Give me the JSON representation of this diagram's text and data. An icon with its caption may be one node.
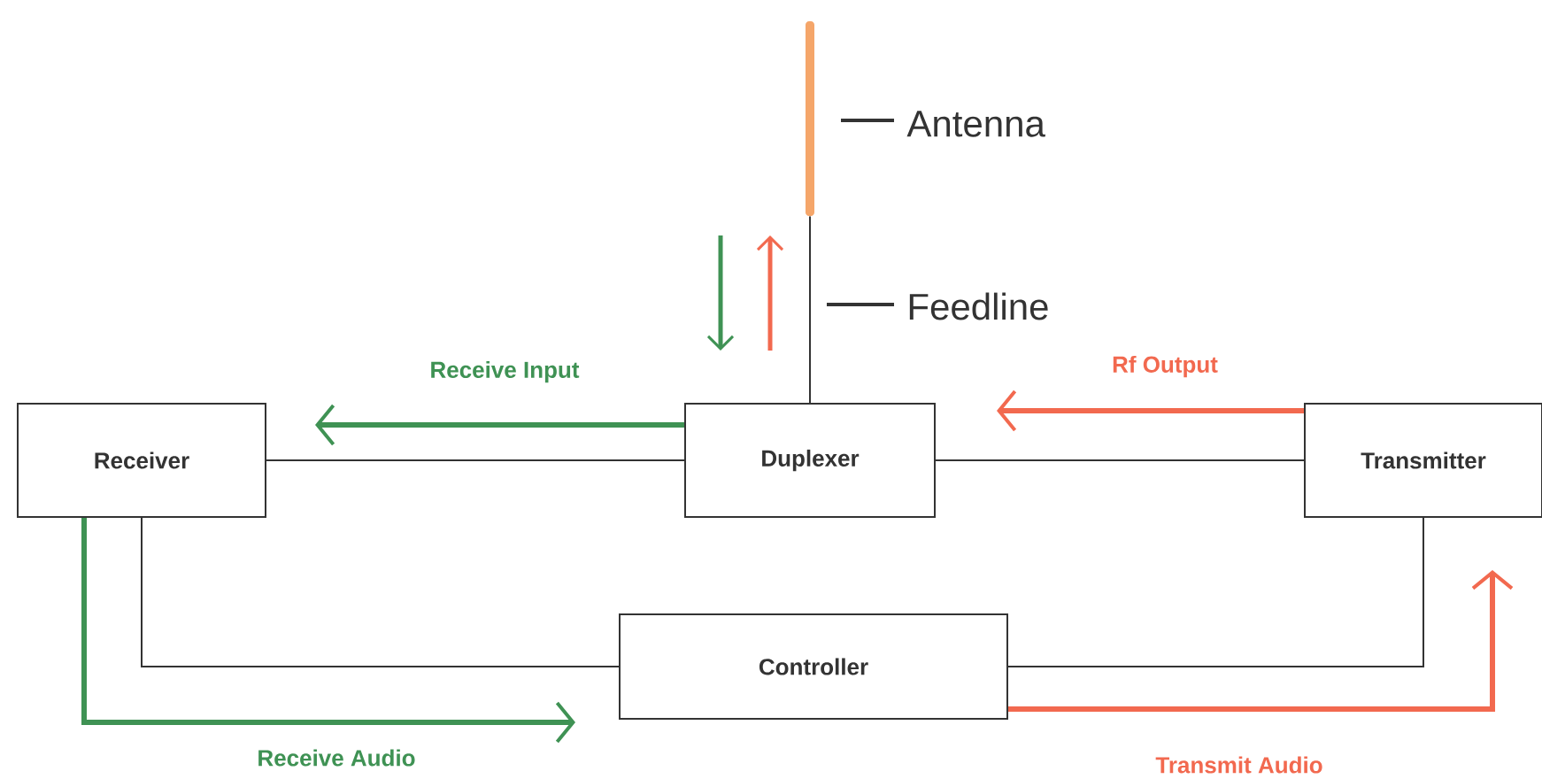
{
  "diagram": {
    "nodes": [
      {
        "text": [
          "Receiver"
        ]
      },
      {
        "text": [
          "Duplexer"
        ]
      },
      {
        "text": [
          "Transmitter"
        ]
      },
      {
        "text": [
          "Controller"
        ]
      },
      {
        "text": [],
        "shape": "bar"
      }
    ],
    "edges": [
      {
        "from": 0,
        "to": 1,
        "arrow": "none"
      },
      {
        "from": 1,
        "to": 2,
        "arrow": "none"
      },
      {
        "from": 0,
        "to": 3,
        "arrow": "none"
      },
      {
        "from": 3,
        "to": 2,
        "arrow": "none"
      },
      {
        "from": 4,
        "to": 1,
        "arrow": "none"
      },
      {
        "from": 1,
        "to": null,
        "arrow": "to",
        "label": "Receive Input",
        "style": "thick",
        "color": "#3f9254"
      },
      {
        "from": 2,
        "to": null,
        "arrow": "to",
        "label": "Rf Output",
        "style": "thick",
        "color": "#f2694f"
      },
      {
        "from": 0,
        "to": null,
        "arrow": "to",
        "label": "Receive Audio",
        "style": "thick",
        "color": "#3f9254"
      },
      {
        "from": 3,
        "to": null,
        "arrow": "to",
        "label": "Transmit Audio",
        "style": "thick",
        "color": "#f2694f"
      }
    ],
    "labels": [
      "Antenna",
      "Feedline"
    ]
  }
}
